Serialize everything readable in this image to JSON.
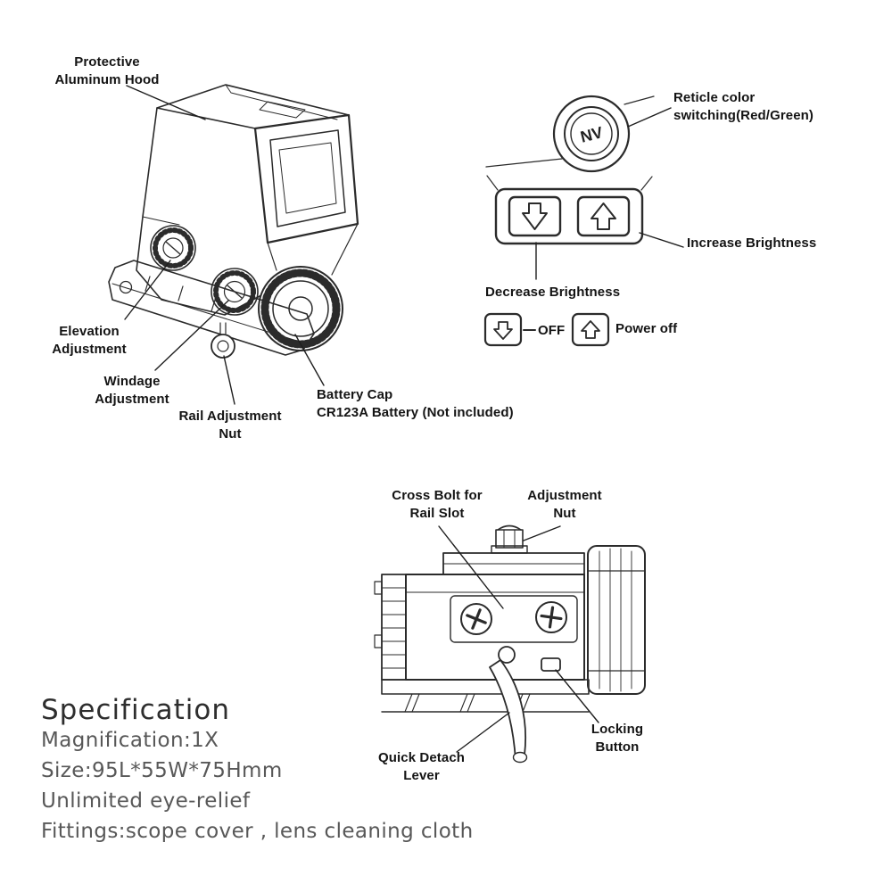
{
  "diagram": {
    "top_sight": {
      "protective_hood": "Protective\nAluminum Hood",
      "elevation": "Elevation\nAdjustment",
      "windage": "Windage\nAdjustment",
      "rail_nut": "Rail Adjustment\nNut",
      "battery_cap": "Battery Cap\nCR123A Battery (Not included)"
    },
    "controls": {
      "nv_button": "NV",
      "reticle_color": "Reticle color\nswitching(Red/Green)",
      "increase_brightness": "Increase Brightness",
      "decrease_brightness": "Decrease Brightness",
      "off": "OFF",
      "power_off": "Power off",
      "icons": {
        "decrease": "down-arrow",
        "increase": "up-arrow"
      }
    },
    "mount": {
      "cross_bolt": "Cross Bolt for\nRail Slot",
      "adjustment_nut": "Adjustment\nNut",
      "quick_detach": "Quick Detach\nLever",
      "locking_button": "Locking\nButton"
    }
  },
  "specification": {
    "title": "Specification",
    "lines": [
      "Magnification:1X",
      "Size:95L*55W*75Hmm",
      "Unlimited eye-relief",
      "Fittings:scope cover , lens cleaning cloth"
    ]
  },
  "colors": {
    "ink": "#2b2b2b",
    "label_text": "#141414",
    "spec_text": "#585858",
    "background": "#ffffff"
  }
}
